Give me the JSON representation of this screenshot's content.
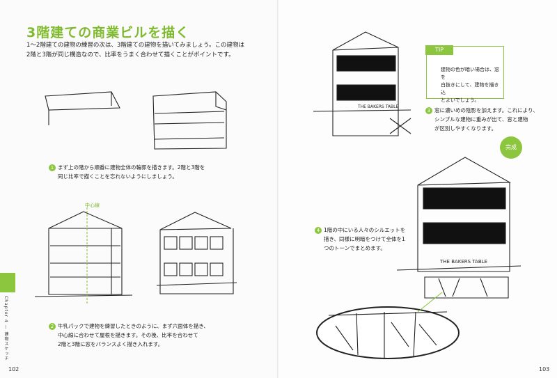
{
  "left_page": {
    "title": "3階建ての商業ビルを描く",
    "intro_line1": "1〜2階建ての建物の練習の次は、3階建ての建物を描いてみましょう。この建物は",
    "intro_line2": "2階と3階が同じ構造なので、比率をうまく合わせて描くことがポイントです。",
    "step1_num": "1",
    "step1_line1": "まず上の階から順番に建物全体の輪郭を描きます。2階と3階を",
    "step1_line2": "同じ比率で描くことを忘れないようにしましょう。",
    "center_line_label": "中心線",
    "step2_num": "2",
    "step2_line1": "牛乳パックで建物を練習したときのように、まず六面体を描き、",
    "step2_line2": "中心線に合わせて屋根を描きます。その後、比率を合わせて",
    "step2_line3": "2階と3階に窓をバランスよく描き入れます。",
    "chapter_label": "Chapter 4 — 建物スケッチ",
    "page_number": "102"
  },
  "right_page": {
    "tip_label": "TIP",
    "tip_line1": "建物の色が暗い場合は、窓を",
    "tip_line2": "白抜きにして、建物を描き込",
    "tip_line3": "とよいでしょう。",
    "step3_num": "3",
    "step3_line1": "窓に濃いめの陰影を加えます。これにより、",
    "step3_line2": "シンプルな建物に重みが出て、窓と建物",
    "step3_line3": "が区別しやすくなります。",
    "done_label": "完成",
    "step4_num": "4",
    "step4_line1": "1階の中にいる人々のシルエットを",
    "step4_line2": "描き、同様に明暗をつけて全体を1",
    "step4_line3": "つのトーンでまとめます。",
    "shop_sign": "THE BAKERS TABLE",
    "page_number": "103"
  }
}
